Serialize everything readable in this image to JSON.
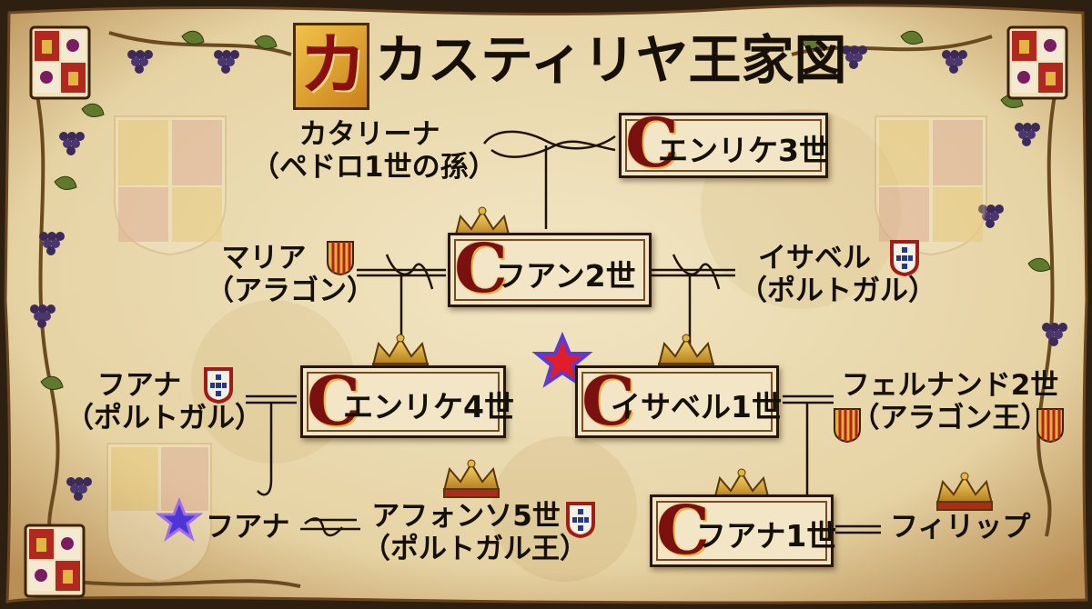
{
  "title": {
    "initial": "カ",
    "text": "カスティリヤ王家図"
  },
  "colors": {
    "parchment": "#e9d8ae",
    "ink": "#141008",
    "frame": "#5a3414",
    "capital_red": "#7a1010",
    "gold": "#d9a640"
  },
  "people": {
    "catalina": {
      "name": "カタリーナ",
      "note": "（ペドロ1世の孫）"
    },
    "enrique3": {
      "initial": "C",
      "name": "エンリケ3世"
    },
    "maria": {
      "name": "マリア",
      "note": "（アラゴン）"
    },
    "juan2": {
      "initial": "C",
      "name": "フアン2世"
    },
    "isabel_portugal": {
      "name": "イサベル",
      "note": "（ポルトガル）"
    },
    "juana_portugal": {
      "name": "フアナ",
      "note": "（ポルトガル）"
    },
    "enrique4": {
      "initial": "C",
      "name": "エンリケ4世"
    },
    "isabel1": {
      "initial": "C",
      "name": "イサベル1世"
    },
    "fernando2": {
      "name": "フェルナンド2世",
      "note": "（アラゴン王）"
    },
    "juana": {
      "name": "フアナ"
    },
    "afonso5": {
      "name": "アフォンソ5世",
      "note": "（ポルトガル王）"
    },
    "juana1": {
      "initial": "C",
      "name": "フアナ1世"
    },
    "felipe": {
      "name": "フィリップ"
    }
  },
  "icons": [
    "aragon-flag-icon",
    "portugal-shield-icon",
    "crown-icon",
    "star-icon",
    "castile-leon-arms-icon",
    "grape-vine-ornament",
    "marriage-flourish"
  ]
}
